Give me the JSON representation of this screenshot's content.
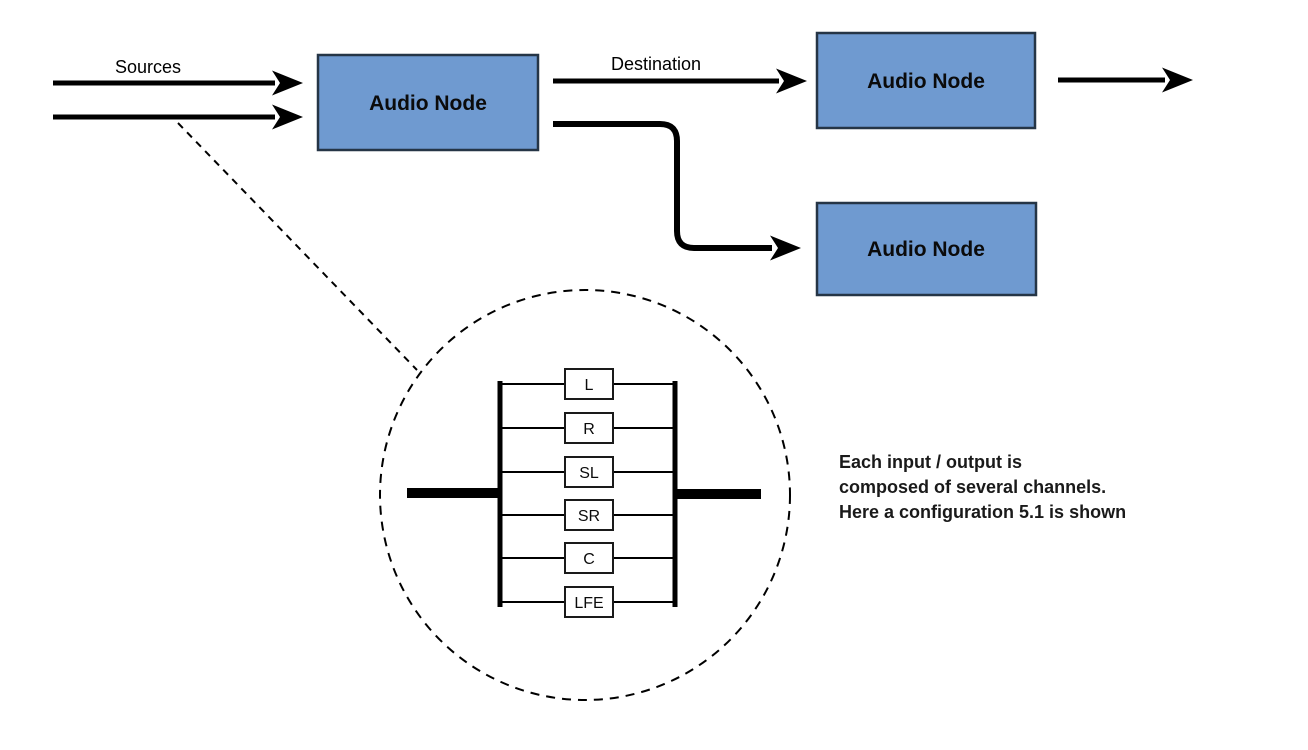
{
  "labels": {
    "sources": "Sources",
    "destination": "Destination"
  },
  "nodes": [
    {
      "label": "Audio Node"
    },
    {
      "label": "Audio Node"
    },
    {
      "label": "Audio Node"
    }
  ],
  "channel_detail": {
    "channels": [
      "L",
      "R",
      "SL",
      "SR",
      "C",
      "LFE"
    ]
  },
  "caption": {
    "line1": "Each input / output is",
    "line2": "composed of several channels.",
    "line3": "Here a configuration 5.1 is shown"
  },
  "colors": {
    "node_fill": "#6f9ad0",
    "node_border": "#253546",
    "line": "#000000"
  }
}
